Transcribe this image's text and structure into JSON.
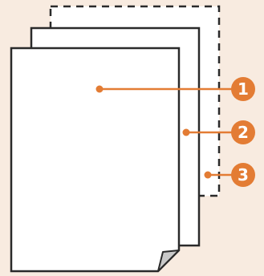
{
  "colors": {
    "background": "#f8ebe0",
    "paper_fill": "#ffffff",
    "paper_stroke": "#2a2a2a",
    "accent": "#e37c34",
    "folded_corner": "#c9c9c9"
  },
  "callouts": [
    {
      "label": "1",
      "icon": "number-circle"
    },
    {
      "label": "2",
      "icon": "number-circle"
    },
    {
      "label": "3",
      "icon": "number-circle"
    }
  ]
}
